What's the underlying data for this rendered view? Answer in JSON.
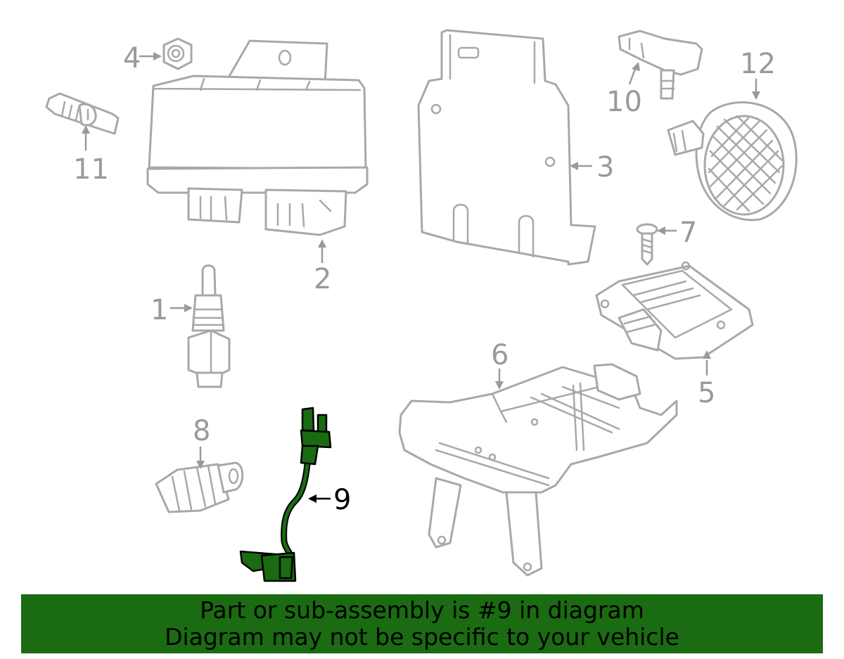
{
  "callouts": {
    "c1": "1",
    "c2": "2",
    "c3": "3",
    "c4": "4",
    "c5": "5",
    "c6": "6",
    "c7": "7",
    "c8": "8",
    "c9": "9",
    "c10": "10",
    "c11": "11",
    "c12": "12"
  },
  "highlight": {
    "part": "9",
    "color": "#1a6b12"
  },
  "colors": {
    "line_art": "#a8a8a8",
    "banner_bg": "#1a6b12"
  },
  "banner": {
    "line1": "Part or sub-assembly is #9 in diagram",
    "line2": "Diagram may not be specific to your vehicle"
  }
}
